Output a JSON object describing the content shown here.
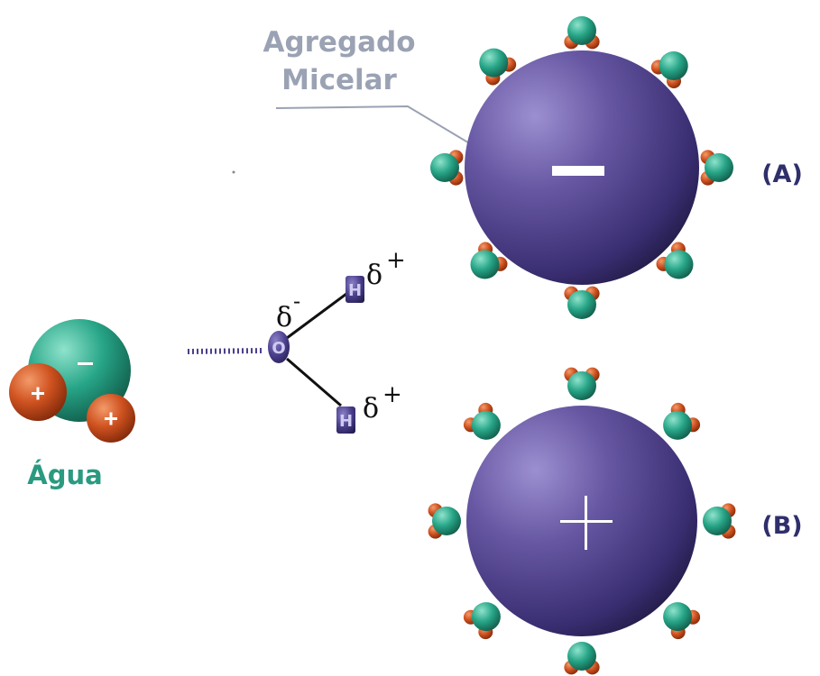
{
  "labels": {
    "micelle_title_line1": "Agregado",
    "micelle_title_line2": "Micelar",
    "micelle_a": "(A)",
    "micelle_b": "(B)",
    "water": "Água",
    "delta_o": "δ",
    "delta_o_sign": "-",
    "delta_h_top": "δ",
    "delta_h_top_sign": "+",
    "delta_h_bottom": "δ",
    "delta_h_bottom_sign": "+",
    "atom_o": "O",
    "atom_h_top": "H",
    "atom_h_bottom": "H"
  },
  "colors": {
    "micelle_purple": "#5a4a94",
    "water_teal": "#1f9a7d",
    "hydrogen_orange": "#c2471a",
    "label_gray": "#9aa2b3",
    "label_navy": "#2e2f6b",
    "water_label_teal": "#2a9a80",
    "atom_purple": "#4a3f8c"
  }
}
